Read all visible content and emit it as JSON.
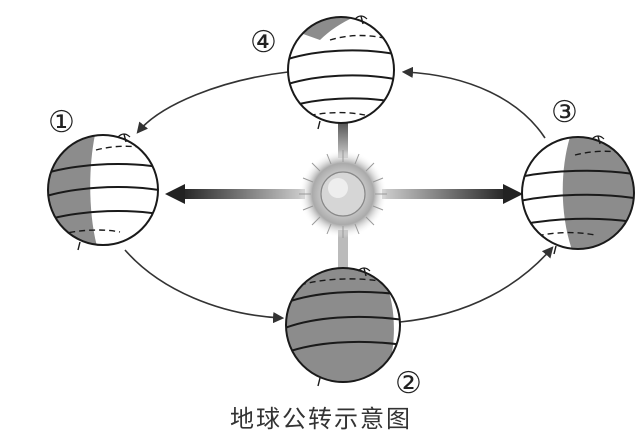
{
  "diagram": {
    "caption": "地球公转示意图",
    "positions": [
      {
        "id": "p1",
        "label": "①"
      },
      {
        "id": "p2",
        "label": "②"
      },
      {
        "id": "p3",
        "label": "③"
      },
      {
        "id": "p4",
        "label": "④"
      }
    ]
  },
  "colors": {
    "night": "#8c8c8c",
    "ink": "#1a1a1a",
    "sun_core": "#cfcfcf",
    "arrow": "#333333"
  },
  "icons": {
    "sun": "sun-icon",
    "earth": "earth-globe-icon"
  }
}
